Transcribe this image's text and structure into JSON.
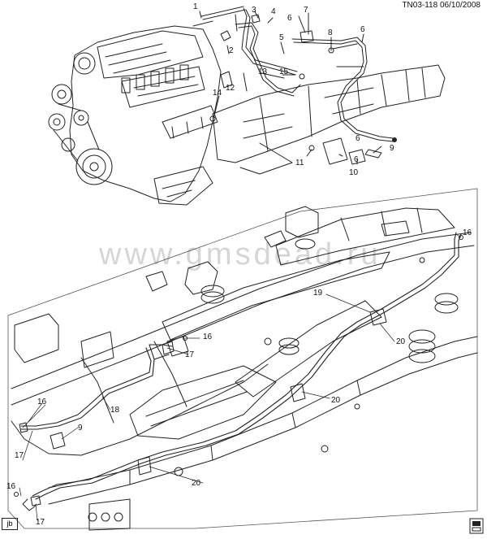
{
  "header": {
    "drawing_id": "TN03-118 06/10/2008"
  },
  "watermark": {
    "text": "www.gmsdead.ru"
  },
  "footer": {
    "jb": "jb"
  },
  "callouts": [
    "1",
    "2",
    "3",
    "4",
    "5",
    "6",
    "6",
    "7",
    "8",
    "6",
    "9",
    "10",
    "11",
    "6",
    "12",
    "13",
    "14",
    "15",
    "16",
    "16",
    "16",
    "16",
    "17",
    "17",
    "17",
    "18",
    "9",
    "19",
    "20",
    "20",
    "20"
  ]
}
